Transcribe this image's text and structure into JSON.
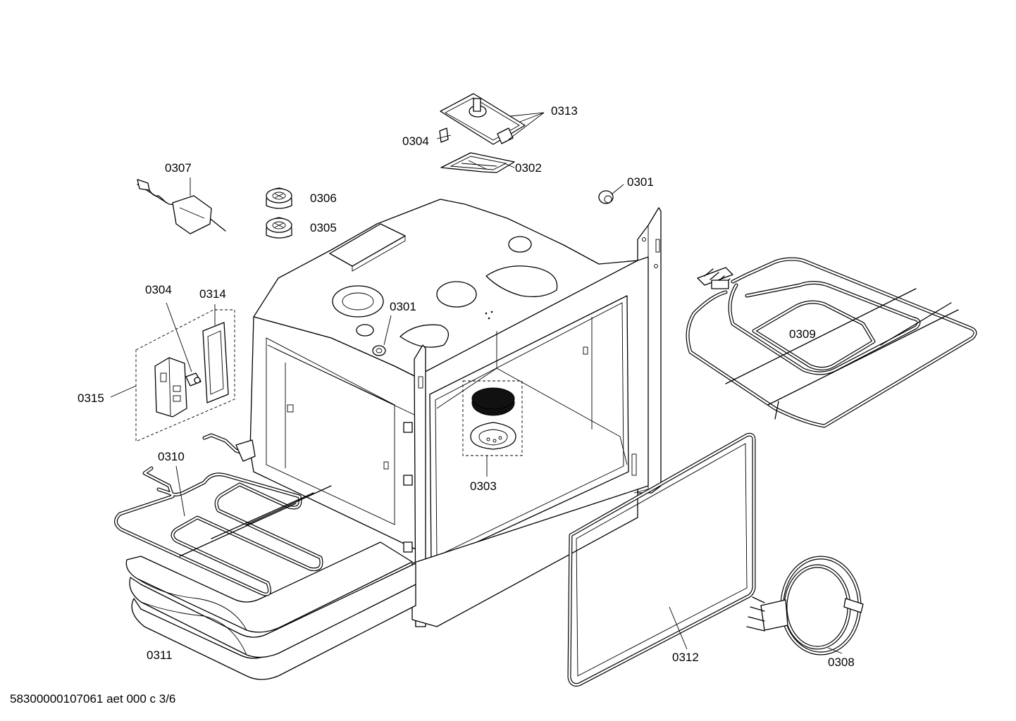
{
  "labels": {
    "l0313": "0313",
    "l0304_top": "0304",
    "l0302": "0302",
    "l0307": "0307",
    "l0306": "0306",
    "l0305": "0305",
    "l0301_top": "0301",
    "l0304_left": "0304",
    "l0314": "0314",
    "l0301_mid": "0301",
    "l0309": "0309",
    "l0315": "0315",
    "l0310": "0310",
    "l0303": "0303",
    "l0311": "0311",
    "l0312": "0312",
    "l0308": "0308"
  },
  "footer": {
    "doc_id": "58300000107061 aet 000 c 3/6"
  }
}
